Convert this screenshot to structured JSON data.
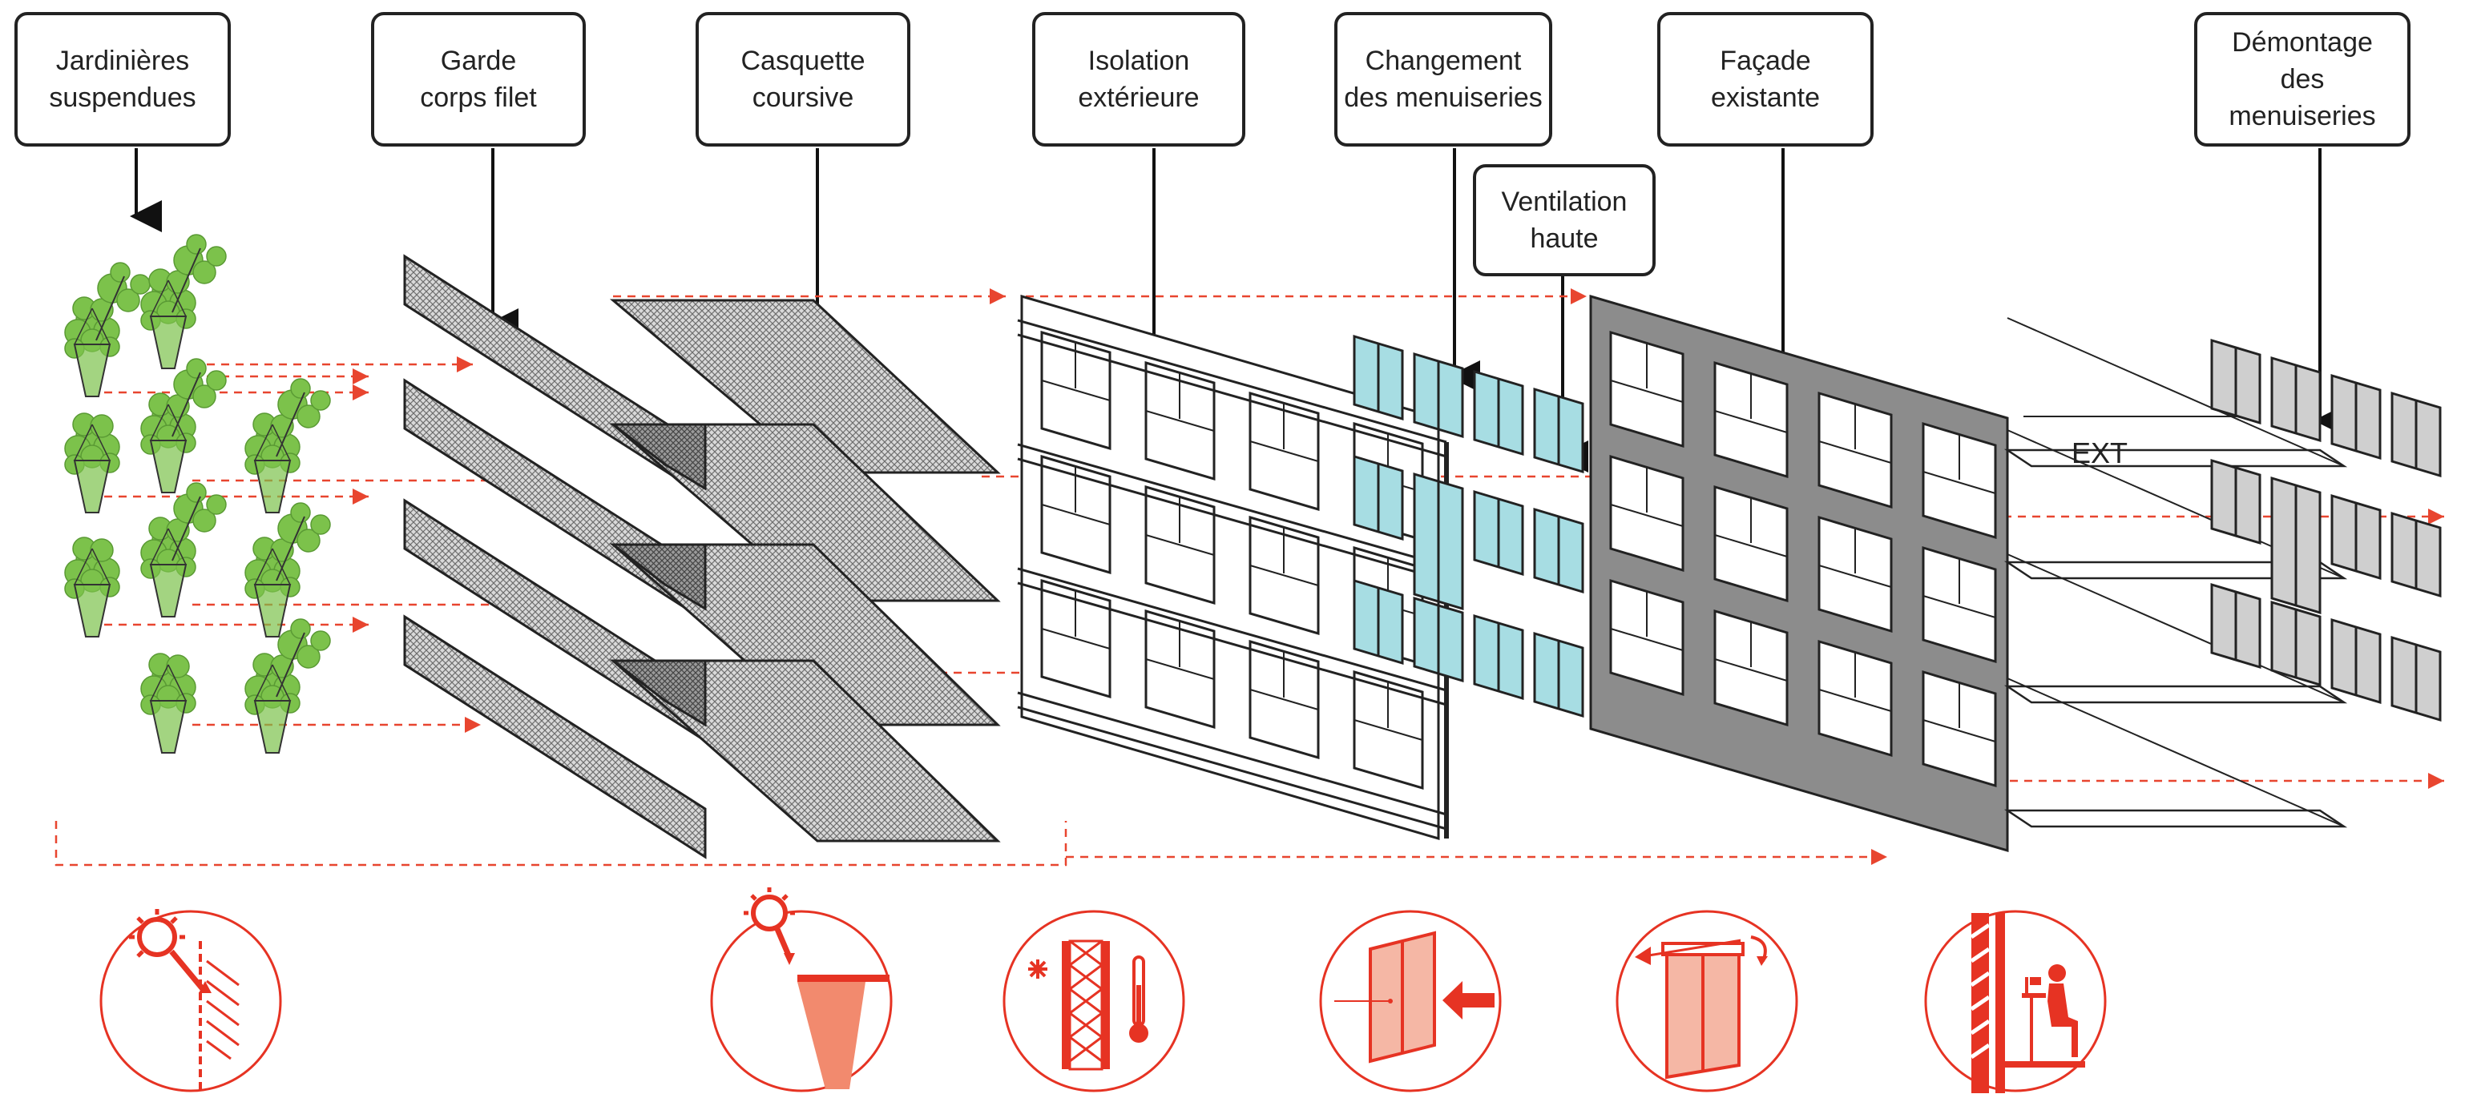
{
  "labels": {
    "jardinieres": "Jardinières\nsuspendues",
    "garde_corps": "Garde\ncorps filet",
    "casquette": "Casquette\ncoursive",
    "isolation": "Isolation\nextérieure",
    "changement": "Changement\ndes menuiseries",
    "ventilation": "Ventilation\nhaute",
    "facade": "Façade\nexistante",
    "demontage": "Démontage\ndes menuiseries"
  },
  "ext_label": "EXT",
  "colors": {
    "accent": "#e63323",
    "dash": "#e8452f",
    "window_glass": "#a7dde3",
    "plant": "#7cc24b",
    "facade_grey": "#8c8c8c",
    "removed_window": "#cfcfcf"
  },
  "icons": [
    "sun-shading-plants-icon",
    "sun-casquette-shade-icon",
    "insulation-thermal-icon",
    "window-replacement-icon",
    "high-ventilation-icon",
    "interior-comfort-icon"
  ]
}
